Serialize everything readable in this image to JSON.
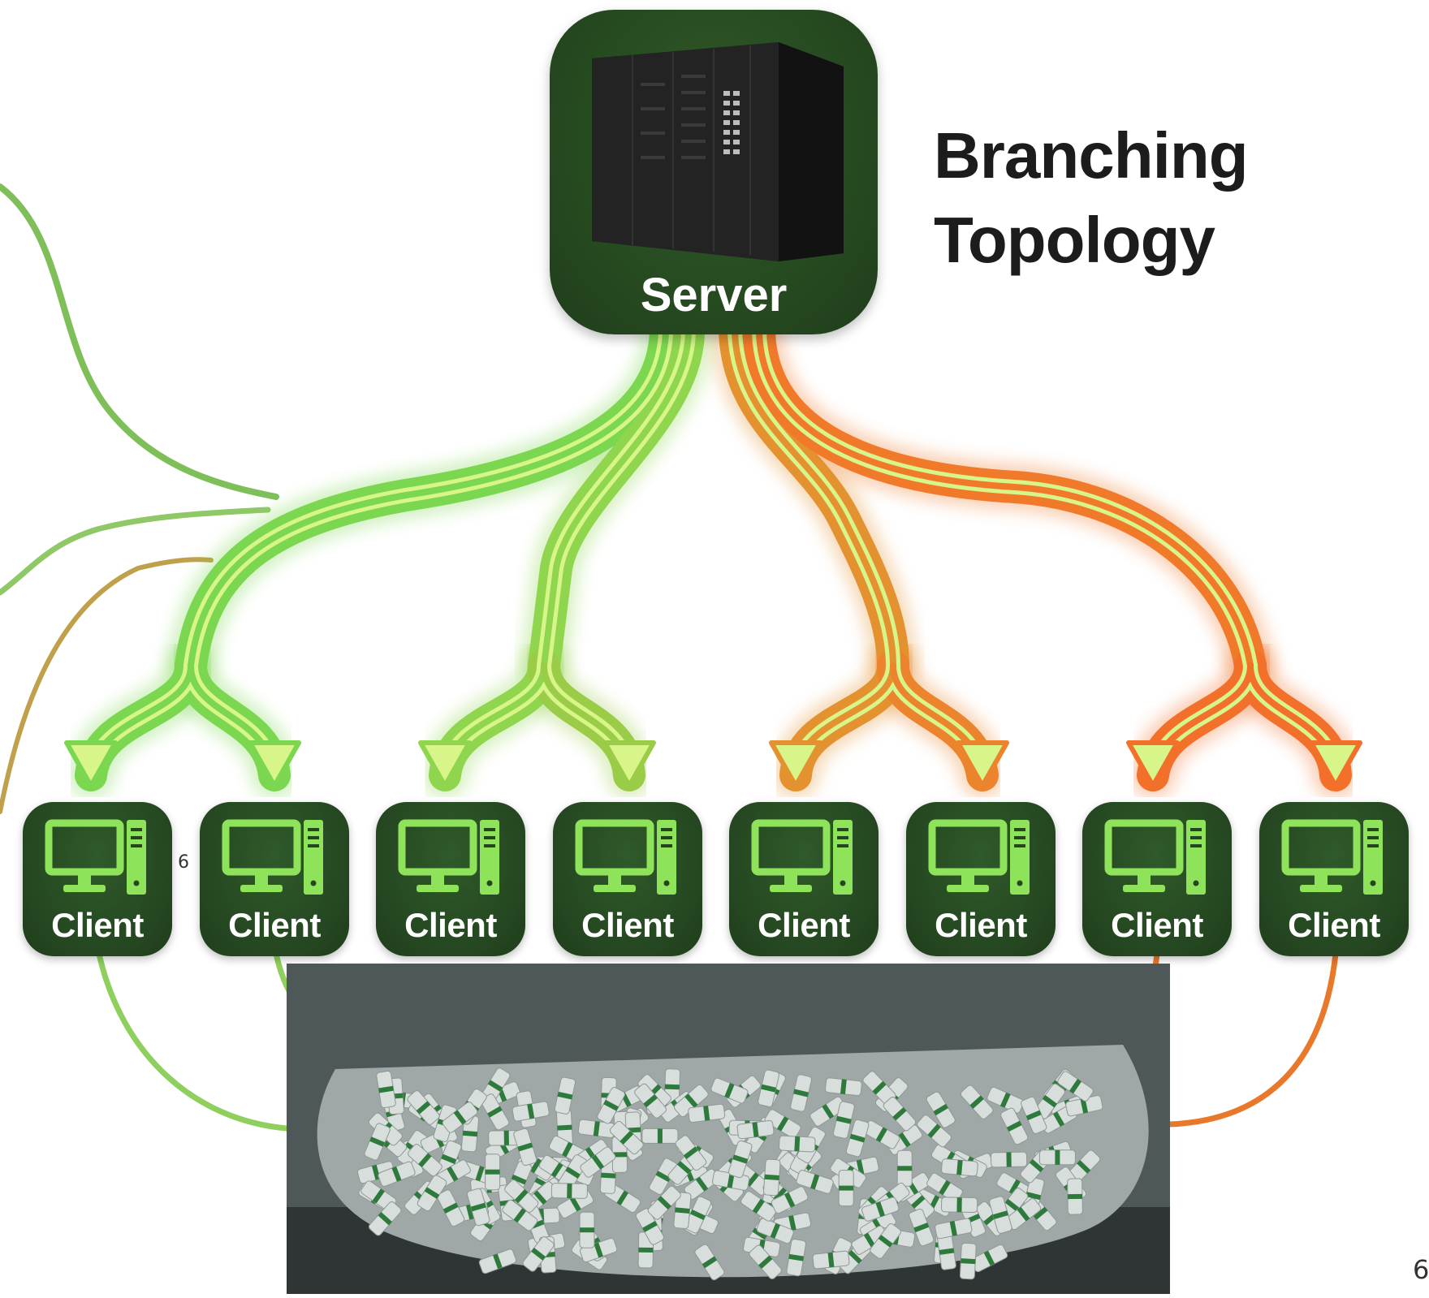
{
  "title_line1": "Branching",
  "title_line2": "Topology",
  "server": {
    "label": "Server"
  },
  "clients": [
    {
      "label": "Client"
    },
    {
      "label": "Client"
    },
    {
      "label": "Client"
    },
    {
      "label": "Client"
    },
    {
      "label": "Client"
    },
    {
      "label": "Client"
    },
    {
      "label": "Client"
    },
    {
      "label": "Client"
    }
  ],
  "page_marks": {
    "small": "6",
    "right": "6"
  },
  "colors": {
    "box_green": "#25471f",
    "branch_green": "#7ed957",
    "branch_orange": "#f07a2a",
    "inner_stripe": "#d8f58a",
    "title": "#1c1c1c"
  },
  "icons": [
    "server-rack-icon",
    "computer-monitor-icon",
    "computer-tower-icon",
    "arrow-down-icon"
  ]
}
